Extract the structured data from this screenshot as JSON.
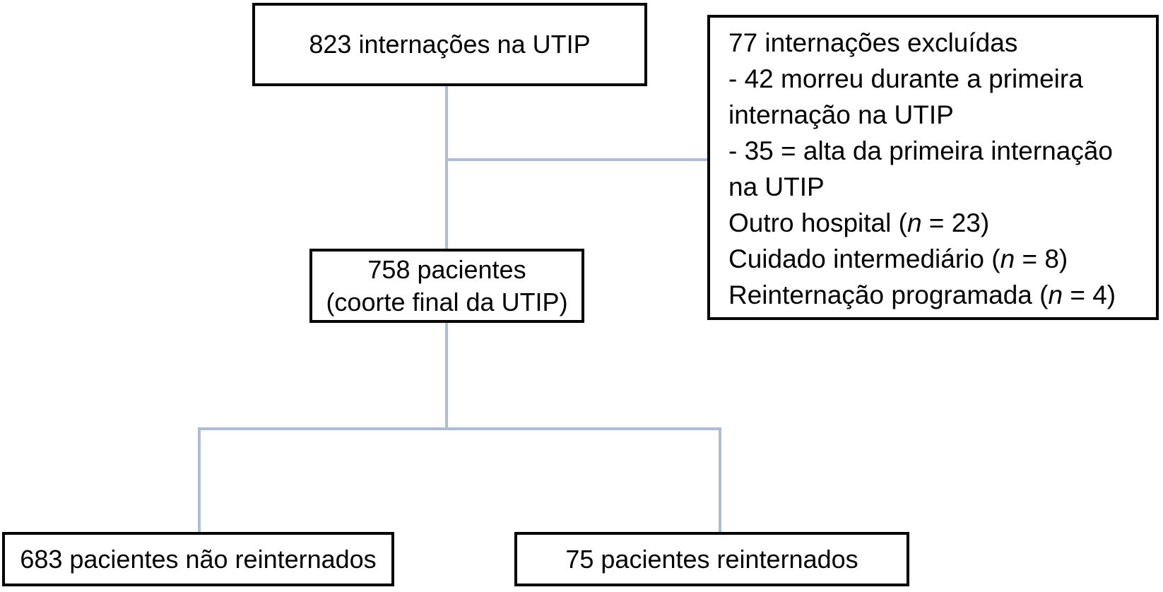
{
  "title": "Fluxograma de internações na UTIP",
  "colors": {
    "connector": "#aebdd6",
    "box_border": "#000000",
    "background": "#ffffff",
    "text": "#000000"
  },
  "top_box": {
    "text": "823 internações na UTIP"
  },
  "exclusion_box": {
    "lines": [
      {
        "parts": [
          {
            "text": "77 internações excluídas"
          }
        ]
      },
      {
        "parts": [
          {
            "text": "- 42 morreu durante a primeira"
          }
        ]
      },
      {
        "parts": [
          {
            "text": "internação na UTIP"
          }
        ]
      },
      {
        "parts": [
          {
            "text": "- 35 = alta da primeira internação"
          }
        ]
      },
      {
        "parts": [
          {
            "text": "na UTIP"
          }
        ]
      },
      {
        "parts": [
          {
            "text": "Outro hospital ("
          },
          {
            "text": "n",
            "italic": true
          },
          {
            "text": " = 23)"
          }
        ]
      },
      {
        "parts": [
          {
            "text": "Cuidado intermediário ("
          },
          {
            "text": "n",
            "italic": true
          },
          {
            "text": " = 8)"
          }
        ]
      },
      {
        "parts": [
          {
            "text": "Reinternação programada ("
          },
          {
            "text": "n",
            "italic": true
          },
          {
            "text": " = 4)"
          }
        ]
      }
    ]
  },
  "cohort_box": {
    "line1": "758 pacientes",
    "line2": "(coorte final da UTIP)"
  },
  "not_readmitted_box": {
    "text": "683 pacientes não reinternados"
  },
  "readmitted_box": {
    "text": "75 pacientes reinternados"
  }
}
